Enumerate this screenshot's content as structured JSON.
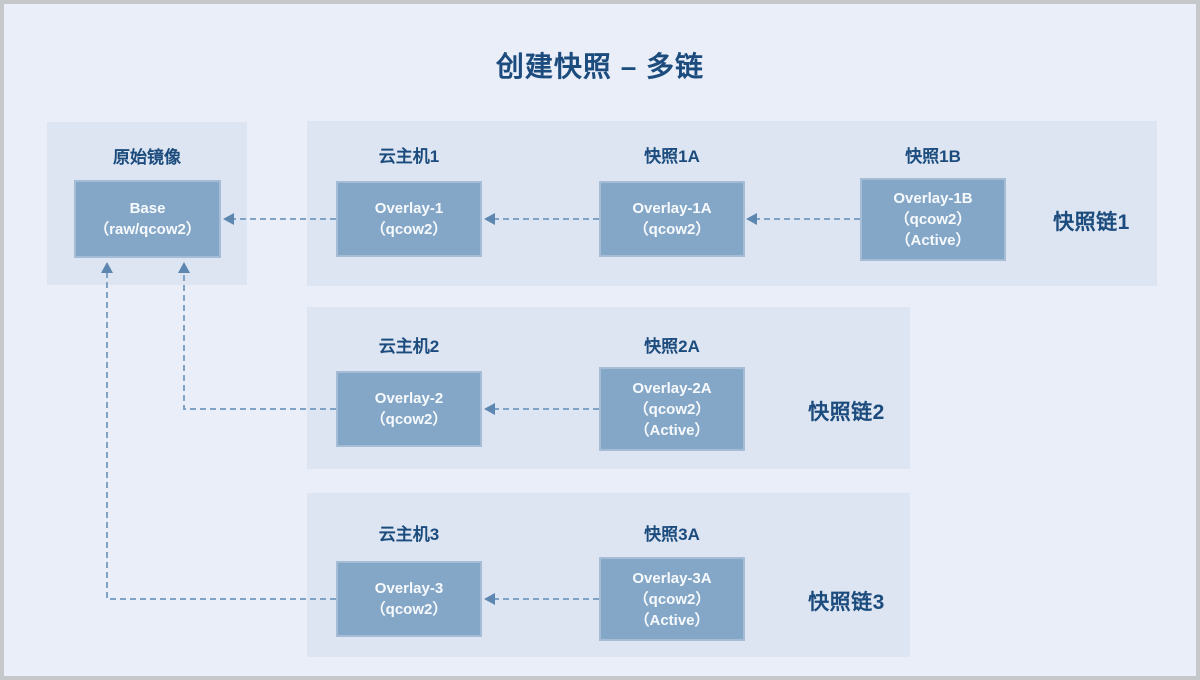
{
  "title": "创建快照 – 多链",
  "colors": {
    "background": "#e9eef8",
    "panel": "#dce5f1",
    "node": "#85a7c7",
    "node_border": "#a5bcd6",
    "node_text": "#f7fafd",
    "heading": "#1c4b7d",
    "connector": "#7fa3c6",
    "arrowhead": "#5d87b0",
    "frame_border": "#c5c7ca"
  },
  "base_panel": {
    "label": "原始镜像",
    "node": {
      "lines": [
        "Base",
        "（raw/qcow2）"
      ]
    }
  },
  "chains": [
    {
      "label": "快照链1",
      "nodes": [
        {
          "title": "云主机1",
          "lines": [
            "Overlay-1",
            "（qcow2）"
          ]
        },
        {
          "title": "快照1A",
          "lines": [
            "Overlay-1A",
            "（qcow2）"
          ]
        },
        {
          "title": "快照1B",
          "lines": [
            "Overlay-1B",
            "（qcow2）",
            "（Active）"
          ]
        }
      ]
    },
    {
      "label": "快照链2",
      "nodes": [
        {
          "title": "云主机2",
          "lines": [
            "Overlay-2",
            "（qcow2）"
          ]
        },
        {
          "title": "快照2A",
          "lines": [
            "Overlay-2A",
            "（qcow2）",
            "（Active）"
          ]
        }
      ]
    },
    {
      "label": "快照链3",
      "nodes": [
        {
          "title": "云主机3",
          "lines": [
            "Overlay-3",
            "（qcow2）"
          ]
        },
        {
          "title": "快照3A",
          "lines": [
            "Overlay-3A",
            "（qcow2）",
            "（Active）"
          ]
        }
      ]
    }
  ]
}
